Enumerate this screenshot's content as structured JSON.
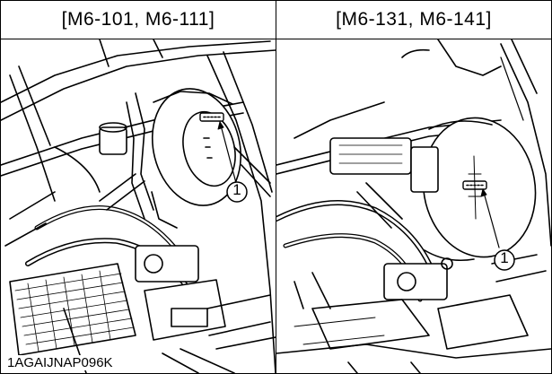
{
  "headers": {
    "left": "[M6-101, M6-111]",
    "right": "[M6-131, M6-141]"
  },
  "callouts": {
    "left": "1",
    "right": "1"
  },
  "figure_code": "1AGAIJNAP096K",
  "colors": {
    "line": "#000000",
    "background": "#ffffff",
    "shade": "#d9d9d9"
  }
}
